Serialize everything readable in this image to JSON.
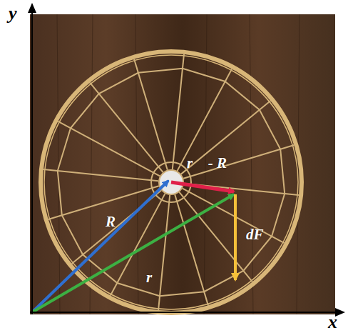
{
  "diagram": {
    "labels": [
      "y",
      "x",
      "R⃗",
      "r⃗ - R⃗",
      "r⃗",
      "dF⃗"
    ]
  }
}
